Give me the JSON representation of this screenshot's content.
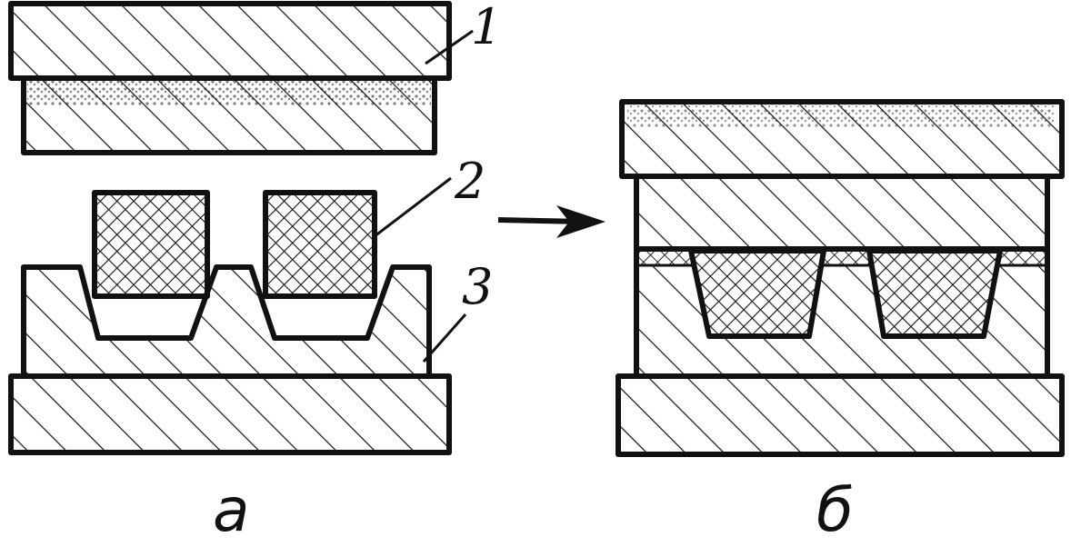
{
  "colors": {
    "ink": "#111111",
    "paper": "#ffffff"
  },
  "callouts": {
    "one": "1",
    "two": "2",
    "three": "3"
  },
  "captions": {
    "a": "а",
    "b": "б"
  },
  "icons": {
    "arrow": "right-arrow-icon"
  }
}
